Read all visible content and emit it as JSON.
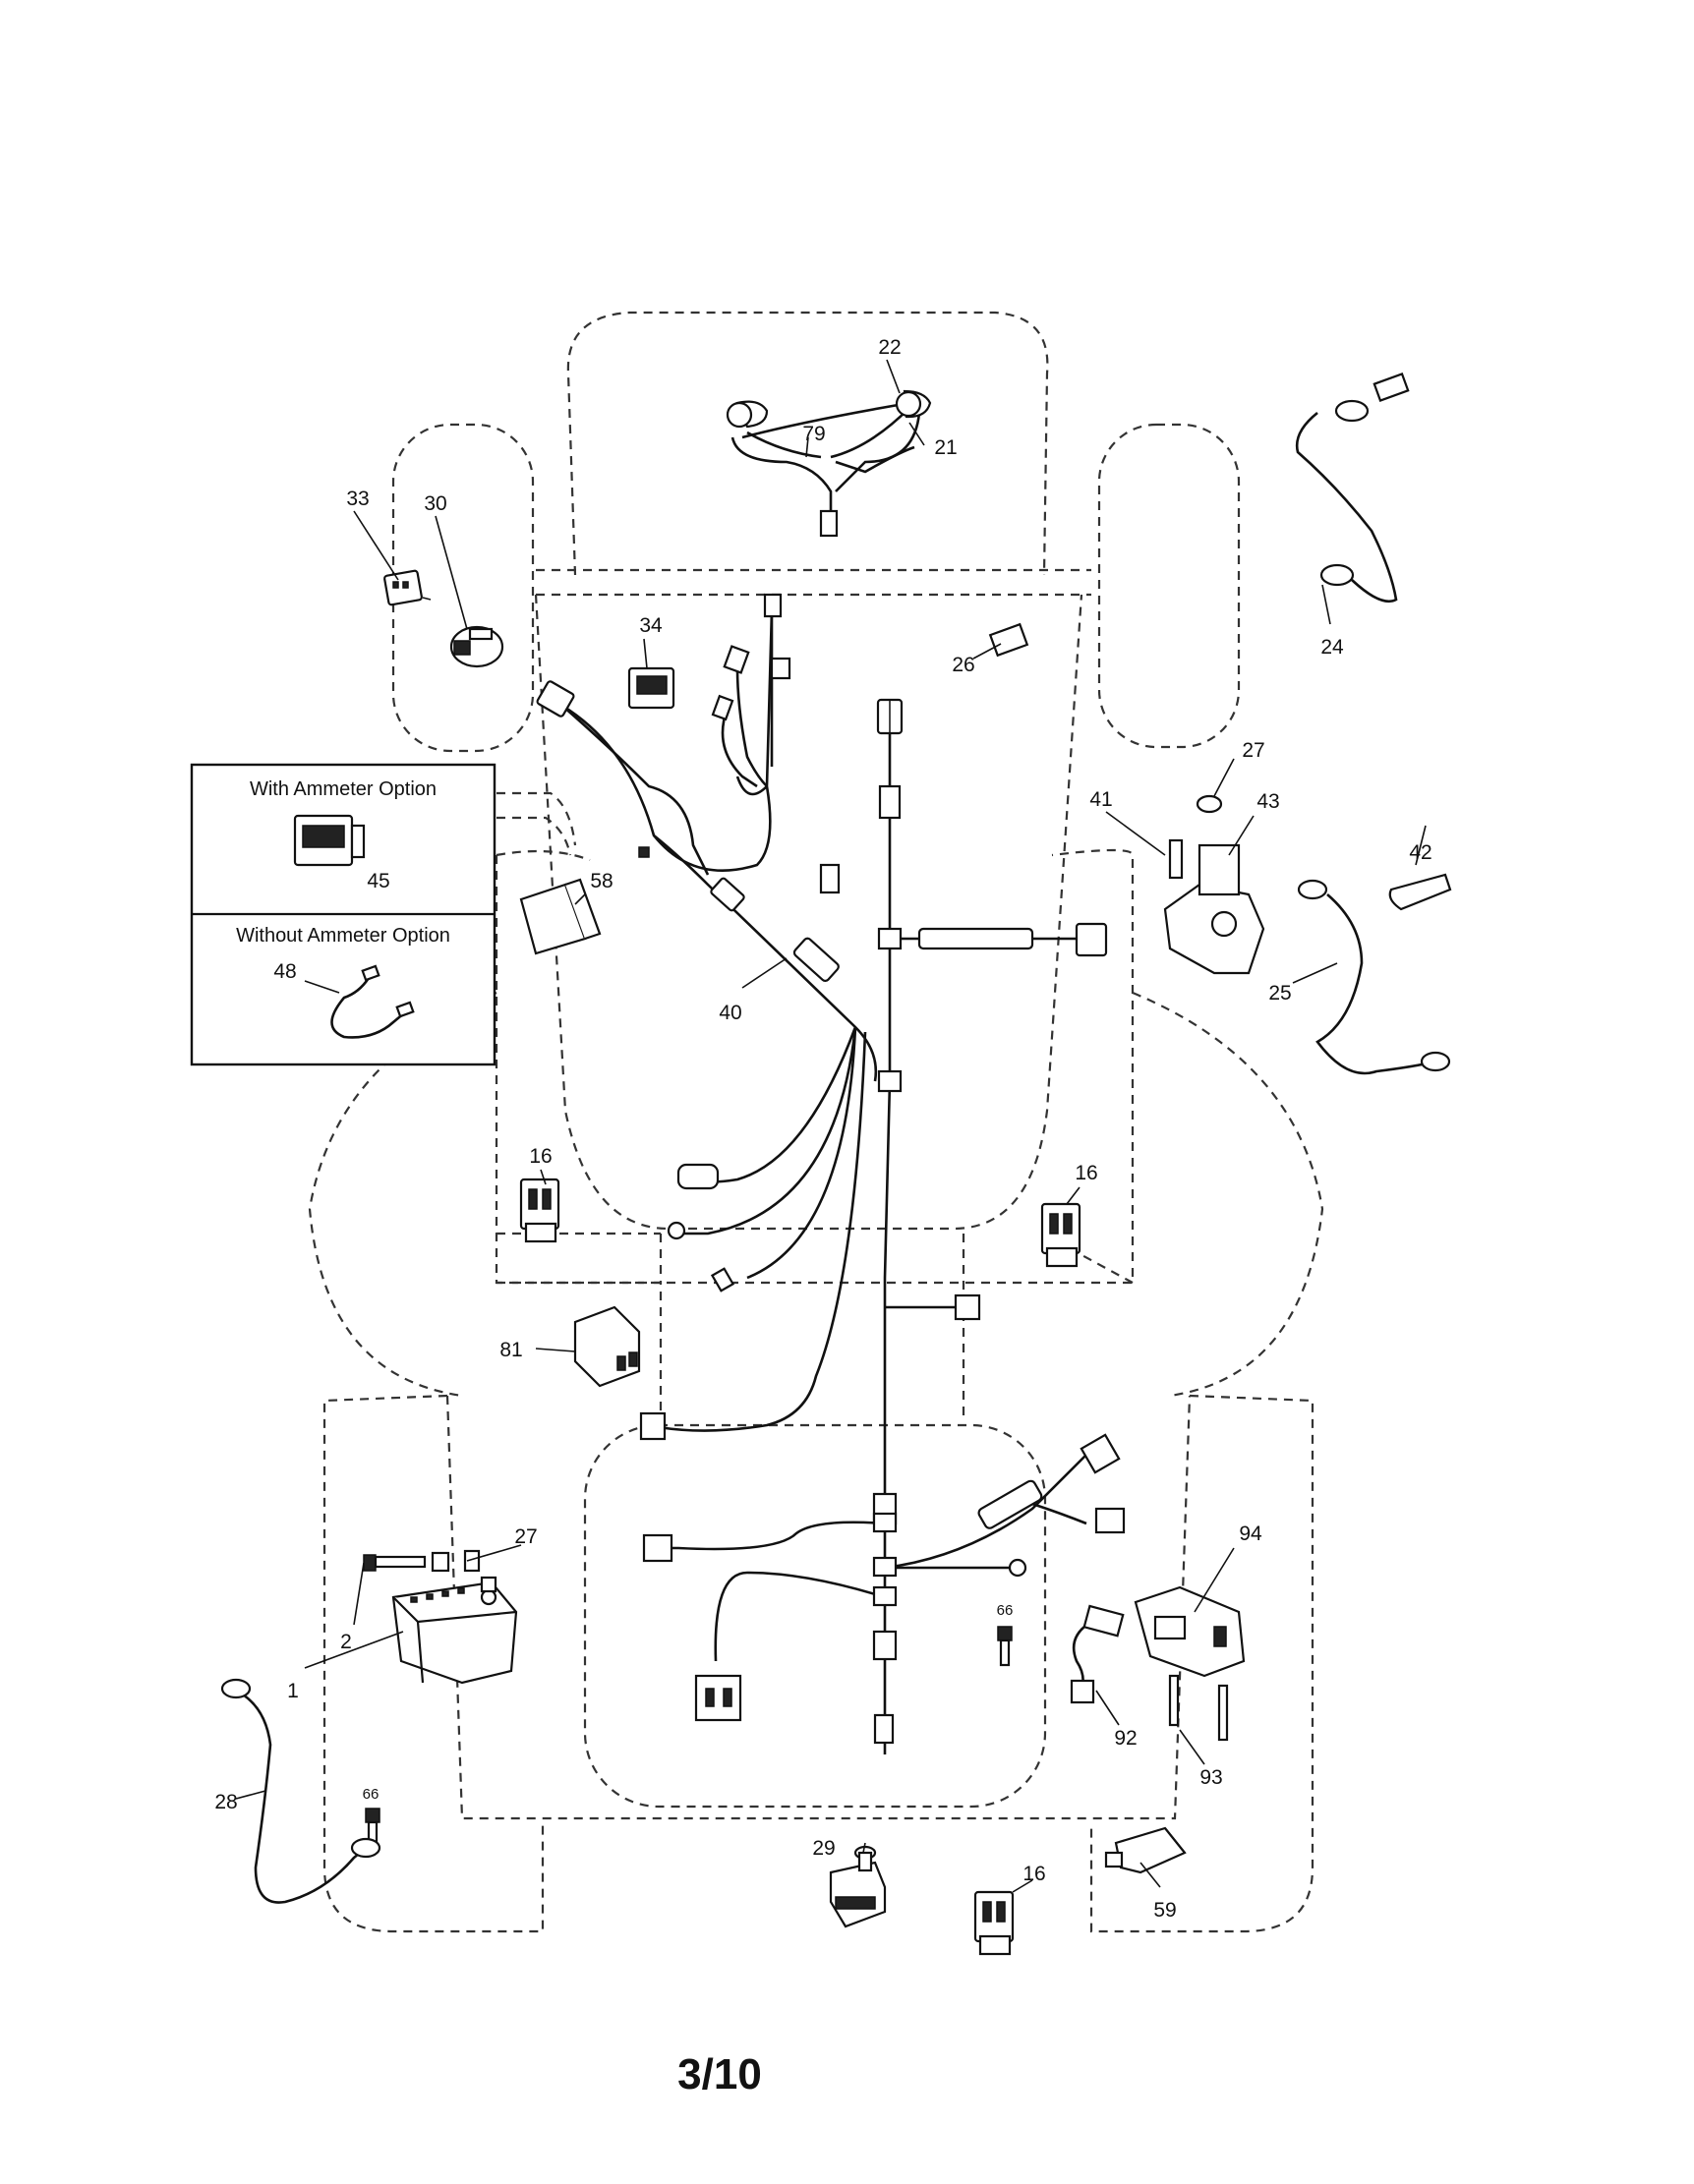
{
  "page_number": "3/10",
  "inset": {
    "with_ammeter_label": "With Ammeter Option",
    "without_ammeter_label": "Without Ammeter Option",
    "with_part": "45",
    "without_part": "48"
  },
  "callouts": {
    "c1": "1",
    "c2": "2",
    "c16a": "16",
    "c16b": "16",
    "c16c": "16",
    "c21": "21",
    "c22": "22",
    "c24": "24",
    "c25": "25",
    "c26": "26",
    "c27a": "27",
    "c27b": "27",
    "c28": "28",
    "c29": "29",
    "c30": "30",
    "c33": "33",
    "c34": "34",
    "c40": "40",
    "c41": "41",
    "c42": "42",
    "c43": "43",
    "c58": "58",
    "c59": "59",
    "c66a": "66",
    "c66b": "66",
    "c79": "79",
    "c81": "81",
    "c92": "92",
    "c93": "93",
    "c94": "94"
  }
}
